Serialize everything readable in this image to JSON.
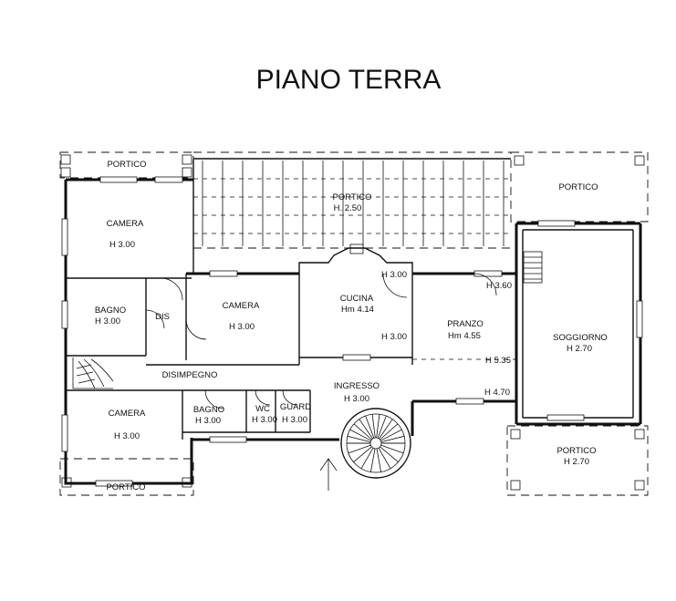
{
  "title": "PIANO TERRA",
  "labels": {
    "portico_nw": "PORTICO",
    "portico_center": "PORTICO",
    "portico_center_h": "H. 2.50",
    "portico_ne": "PORTICO",
    "camera_nw": "CAMERA",
    "camera_nw_h": "H 3.00",
    "bagno_w": "BAGNO",
    "bagno_w_h": "H 3.00",
    "dis": "DIS",
    "camera_center": "CAMERA",
    "camera_center_h": "H 3.00",
    "cucina": "CUCINA",
    "cucina_h": "Hm 4.14",
    "h300_top": "H 3.00",
    "h300_mid": "H 3.00",
    "h360": "H 3.60",
    "pranzo": "PRANZO",
    "pranzo_h": "Hm 4.55",
    "soggiorno": "SOGGIORNO",
    "soggiorno_h": "H 2.70",
    "h535": "H 5.35",
    "h470": "H 4.70",
    "disimpegno": "DISIMPEGNO",
    "ingresso": "INGRESSO",
    "ingresso_h": "H 3.00",
    "camera_sw": "CAMERA",
    "camera_sw_h": "H 3.00",
    "bagno_s": "BAGNO",
    "bagno_s_h": "H 3.00",
    "wc": "WC",
    "wc_h": "H 3.00",
    "guard": "GUARD",
    "guard_h": "H 3.00",
    "portico_se": "PORTICO",
    "portico_se_h": "H 2.70",
    "portico_sw": "PORTICO"
  },
  "icons": {
    "entrance_arrow": "arrow-up-icon",
    "spiral_stair": "spiral-stair-icon",
    "stair_w": "stair-icon",
    "stair_e": "stair-icon"
  }
}
